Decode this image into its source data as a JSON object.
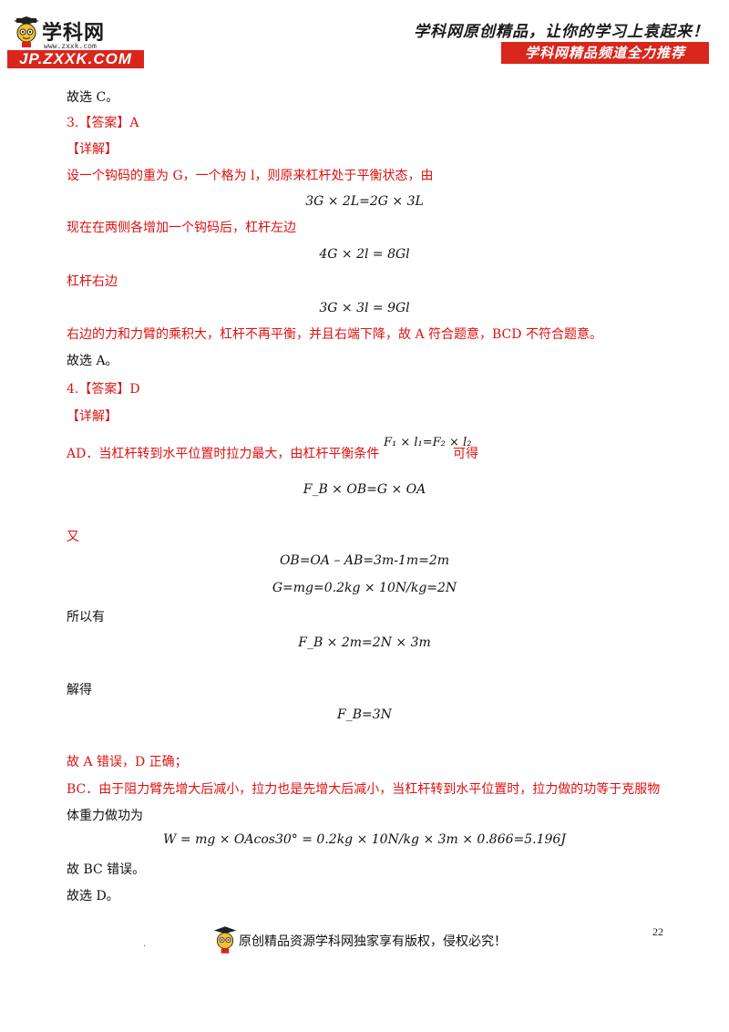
{
  "header": {
    "logo_cn": "学科网",
    "logo_url": "www.zxxk.com",
    "logo_jp": "JP.ZXXK.COM",
    "slogan": "学科网原创精品，让你的学习上袁起来！",
    "channel": "学科网精品频道全力推荐"
  },
  "content": {
    "l1": "故选 C。",
    "l2": "3.【答案】A",
    "l3": "【详解】",
    "l4": "设一个钩码的重为 G，一个格为 l，则原来杠杆处于平衡状态，由",
    "eq1": "3G × 2L=2G × 3L",
    "l5": "现在在两侧各增加一个钩码后，杠杆左边",
    "eq2": "4G × 2l = 8Gl",
    "l6": "杠杆右边",
    "eq3": "3G × 3l = 9Gl",
    "l7": "右边的力和力臂的乘积大，杠杆不再平衡，并且右端下降，故 A 符合题意，BCD 不符合题意。",
    "l8": "故选 A。",
    "l9": "4.【答案】D",
    "l10": "【详解】",
    "l11": "AD．当杠杆转到水平位置时拉力最大，由杠杆平衡条件",
    "l11_eq": "F₁ × l₁=F₂ × l₂",
    "l11_end": "可得",
    "eq4": "F_B × OB=G × OA",
    "l12": "又",
    "eq5": "OB=OA – AB=3m-1m=2m",
    "eq6": "G=mg=0.2kg × 10N/kg=2N",
    "l13": "所以有",
    "eq7": "F_B × 2m=2N × 3m",
    "l14": "解得",
    "eq8": "F_B=3N",
    "l15": "故 A 错误，D 正确；",
    "l16": "BC．由于阻力臂先增大后减小，拉力也是先增大后减小，当杠杆转到水平位置时，拉力做的功等于克服物",
    "l17": "体重力做功为",
    "eq9": "W = mg × OAcos30° = 0.2kg × 10N/kg × 3m × 0.866=5.196J",
    "l18": "故 BC 错误。",
    "l19": "故选 D。"
  },
  "footer": {
    "page_number": "22",
    "dot": ".",
    "notice": "原创精品资源学科网独家享有版权，侵权必究！"
  }
}
